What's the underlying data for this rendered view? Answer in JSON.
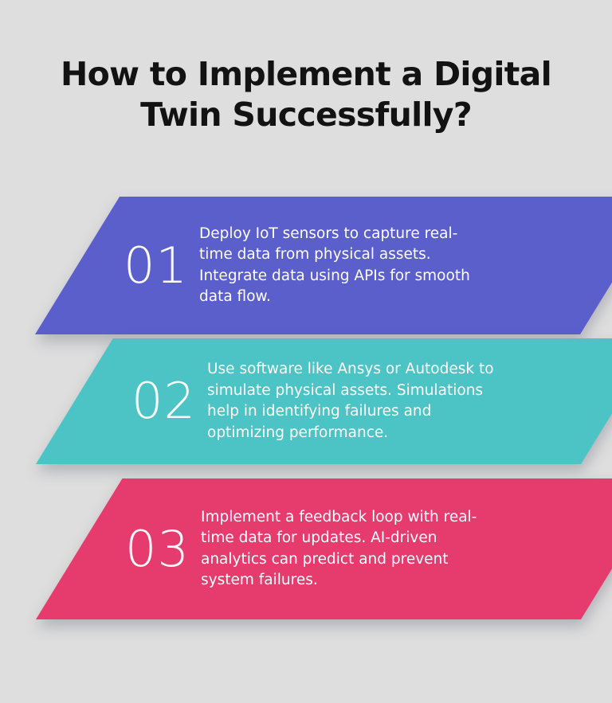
{
  "background_color": "#dedede",
  "title": {
    "full": "How to Implement a Digital Twin Successfully?",
    "line_1": "How to Implement a Digital",
    "line_2": "Twin Successfully?",
    "color": "#121212"
  },
  "steps": [
    {
      "number": "01",
      "color": "#5b5fcb",
      "text": "Deploy IoT sensors to capture real-time data from physical assets. Integrate data using APIs for smooth data flow.",
      "text_color": "#ffffff"
    },
    {
      "number": "02",
      "color": "#4cc3c4",
      "text": "Use software like Ansys or Autodesk to simulate physical assets. Simulations help in identifying failures and optimizing performance.",
      "text_color": "#ffffff"
    },
    {
      "number": "03",
      "color": "#e63c6d",
      "text": "Implement a feedback loop with real-time data for updates. AI-driven analytics can predict and prevent system failures.",
      "text_color": "#ffffff"
    }
  ]
}
